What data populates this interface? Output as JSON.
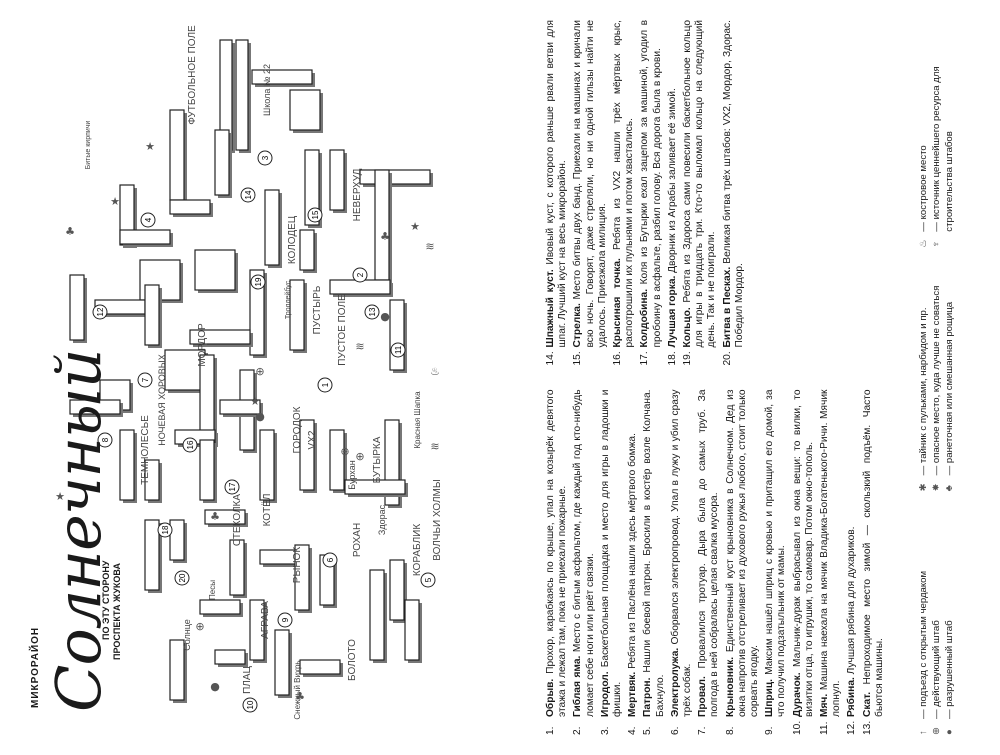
{
  "header": {
    "kicker": "МИКРОРАЙОН",
    "title": "Солнечный",
    "subtitle_1": "ПО ЭТУ СТОРОНУ",
    "subtitle_2": "ПРОСПЕКТА ЖУКОВА"
  },
  "map_labels": {
    "futbolnoe_pole": "ФУТБОЛЬНОЕ ПОЛЕ",
    "shkola": "Школа № 22",
    "nevzrukh": "НЕВЕРХУД",
    "kolodets": "КОЛОДЕЦ",
    "pustyr": "ПУСТЫРЬ",
    "pustoe_pole": "ПУСТОЕ ПОЛЕ",
    "mordor": "МОРДОР",
    "gorodok": "ГОРОДОК",
    "butyrka": "БУТЫРКА",
    "nochevaya": "НОЧЕВАЯ ХОРОВЫХ",
    "temnolesye": "ТЕМНОЛЕСЬЕ",
    "kotel": "КОТЁЛ",
    "stekolka": "СТЕКОЛКА",
    "rynok": "РЫНОК",
    "agrava": "АГРАВА",
    "bolote": "БОЛОТО",
    "plaza": "ПЛАЦ",
    "korablik": "КОРАБЛИК",
    "volchi_holmy": "ВОЛЧЬИ ХОЛМЫ",
    "rokhan": "РОХАН",
    "sneg": "Снежный Вихрь",
    "bitye_kirpichi": "Битые кирпичи",
    "piesy": "Песы",
    "solnce": "Солнце",
    "vx2": "VX2",
    "buryan": "Бурхан",
    "zdoras": "Здорас",
    "krasnuha": "Красная Шапка",
    "trolleybus": "Троллейбус"
  },
  "building_numbers": [
    "1",
    "2",
    "3",
    "4",
    "5",
    "6",
    "7",
    "8",
    "9",
    "10",
    "11",
    "12",
    "13",
    "14",
    "15",
    "16",
    "17",
    "18",
    "19",
    "20"
  ],
  "items": [
    {
      "n": "1.",
      "t": "Обрыв.",
      "d": "Прохор, карабкаясь по крыше, упал на козырёк девятого этажа и лежал там, пока не приехали пожарные."
    },
    {
      "n": "2.",
      "t": "Гиблая яма.",
      "d": "Место с битым асфальтом, где каждый год кто-нибудь ломает себе ноги или рвёт связки."
    },
    {
      "n": "3.",
      "t": "Игродол.",
      "d": "Баскетбольная площадка и место для игры в ладошки и фишки."
    },
    {
      "n": "4.",
      "t": "Мертвяк.",
      "d": "Ребята из Паслёна нашли здесь мёртвого бомжа."
    },
    {
      "n": "5.",
      "t": "Патрон.",
      "d": "Нашли боевой патрон. Бросили в костёр возле Колчана. Бахнуло."
    },
    {
      "n": "6.",
      "t": "Электролужа.",
      "d": "Оборвался электропровод. Упал в лужу и убил сразу трёх собак."
    },
    {
      "n": "7.",
      "t": "Провал.",
      "d": "Провалился тротуар. Дыра была до самых труб. За полгода в ней собралась целая свалка мусора."
    },
    {
      "n": "8.",
      "t": "Крыновник.",
      "d": "Единственный куст крыновника в Солнечном. Дед из окна напротив отстреливает из духового ружья любого, стоит только сорвать ягодку."
    },
    {
      "n": "9.",
      "t": "Шприц.",
      "d": "Максим нашёл шприц с кровью и притащил его домой, за что получил подзатыльник от мамы."
    },
    {
      "n": "10.",
      "t": "Дурачок.",
      "d": "Мальчик-дурак выбрасывал из окна вещи: то вилки, то визитки отца, то игрушки, то самовар. Потом окно-тополь."
    },
    {
      "n": "11.",
      "t": "Мяч.",
      "d": "Машина наехала на мячик Владика-Богатенького-Ричи. Мячик лопнул."
    },
    {
      "n": "12.",
      "t": "Рябина.",
      "d": "Лучшая рябина для духариков."
    },
    {
      "n": "13.",
      "t": "Скат.",
      "d": "Непроходимое место зимой — скользкий подъём. Часто бьются машины."
    },
    {
      "n": "14.",
      "t": "Шпажный куст.",
      "d": "Ивовый куст, с которого раньше рвали ветви для шпаг. Лучший куст на весь микрорайон."
    },
    {
      "n": "15.",
      "t": "Стрелка.",
      "d": "Место битвы двух банд. Приехали на машинах и кричали всю ночь. Говорят, даже стреляли, но ни одной гильзы найти не удалось. Приезжала милиция."
    },
    {
      "n": "16.",
      "t": "Крысиная точка.",
      "d": "Ребята из VX2 нашли трёх мёртвых крыс, распотрошили их пульнями и потом хвастались."
    },
    {
      "n": "17.",
      "t": "Колдобина.",
      "d": "Коля из Бутырки ехал зацепом за машиной, угодил в пробоину в асфальте, разбил голову. Вся дорога была в крови."
    },
    {
      "n": "18.",
      "t": "Лучшая горка.",
      "d": "Дворник из Аграбы заливает её зимой."
    },
    {
      "n": "19.",
      "t": "Кольцо.",
      "d": "Ребята из Здороса сами повесили баскетбольное кольцо для игры в тридцать три. Кто-то выломал кольцо на следующий день. Так и не поиграли."
    },
    {
      "n": "20.",
      "t": "Битва в Песках.",
      "d": "Великая битва трёх штабов: VX2, Мордор, Здорас. Победил Мордор."
    }
  ],
  "keys": [
    {
      "sym": "↑",
      "label": "— подъезд с открытым чердаком"
    },
    {
      "sym": "⊕",
      "label": "— действующий штаб"
    },
    {
      "sym": "●",
      "label": "— разрушенный штаб"
    },
    {
      "sym": "✱",
      "label": "— тайник с пульками, нарбидом и пр."
    },
    {
      "sym": "✸",
      "label": "— опасное место, куда лучше не соваться"
    },
    {
      "sym": "♣",
      "label": "— ранеточная или смешанная рощица"
    },
    {
      "sym": "♨",
      "label": "— костровое место"
    },
    {
      "sym": "♆",
      "label": "— источник ценнейшего ресурса для строительства штабов"
    }
  ]
}
